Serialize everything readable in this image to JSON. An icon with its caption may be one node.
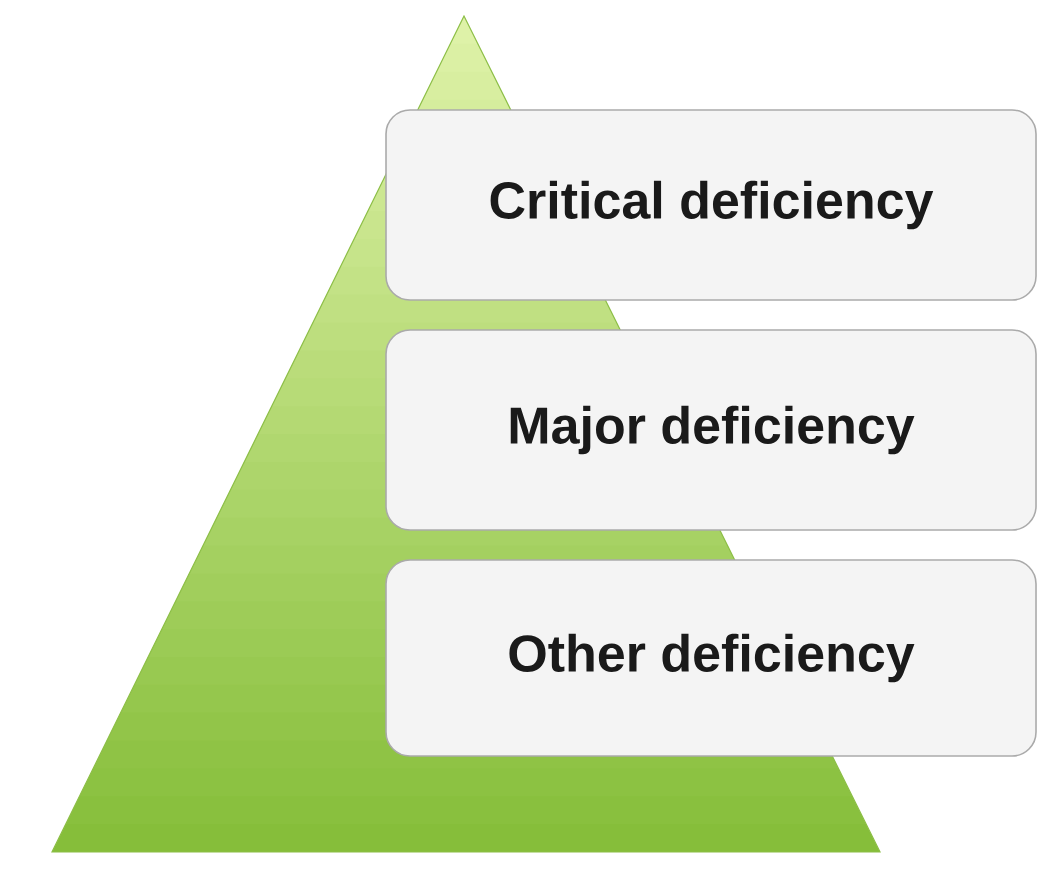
{
  "diagram": {
    "nodes": [
      {
        "text": [
          "Critical deficiency"
        ]
      },
      {
        "text": [
          "Major deficiency"
        ]
      },
      {
        "text": [
          "Other deficiency"
        ]
      }
    ]
  }
}
